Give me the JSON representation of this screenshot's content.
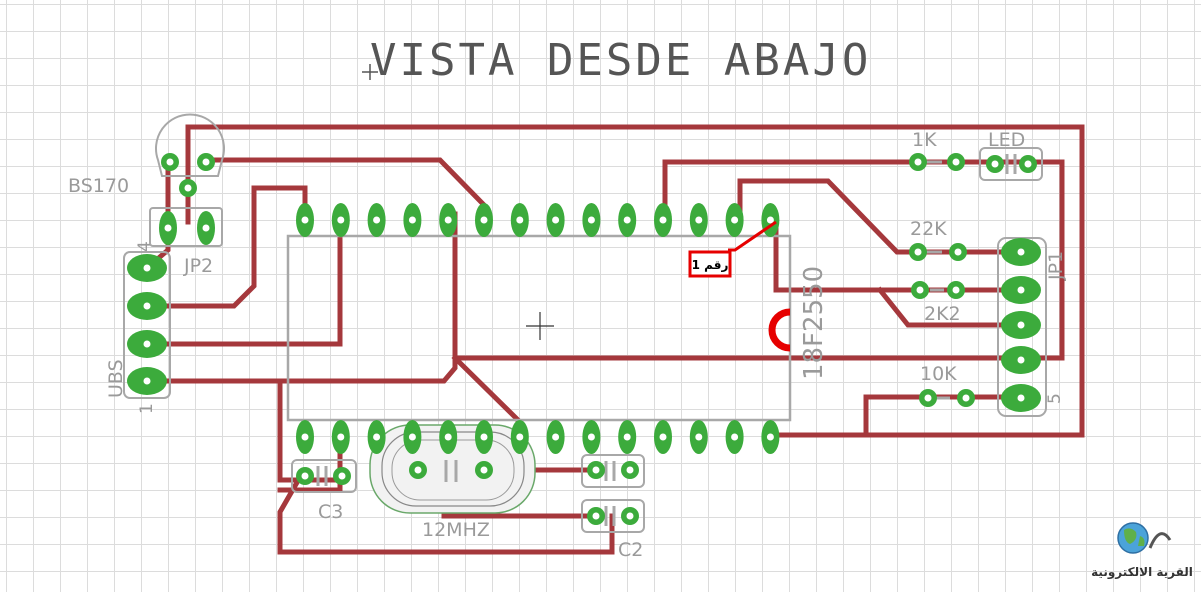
{
  "title": "VISTA DESDE ABAJO",
  "labels": {
    "transistor": "BS170",
    "jumper2": "JP2",
    "jumper1": "JP1",
    "r1k": "1K",
    "led": "LED",
    "r22k": "22K",
    "r2k2": "2K2",
    "r10k": "10K",
    "chip": "18F2550",
    "crystal": "12MHZ",
    "c3": "C3",
    "c2": "C2",
    "usb": "UBS",
    "usb_pin4": "4",
    "usb_pin1": "1",
    "jp1_pin5": "5",
    "pin1_marker": "رقم 1"
  },
  "logo_text": "القرية الالكترونية",
  "colors": {
    "trace": "#a5383c",
    "pad": "#3cab3c",
    "outline": "#a8a8a8",
    "marker": "#e60000"
  }
}
